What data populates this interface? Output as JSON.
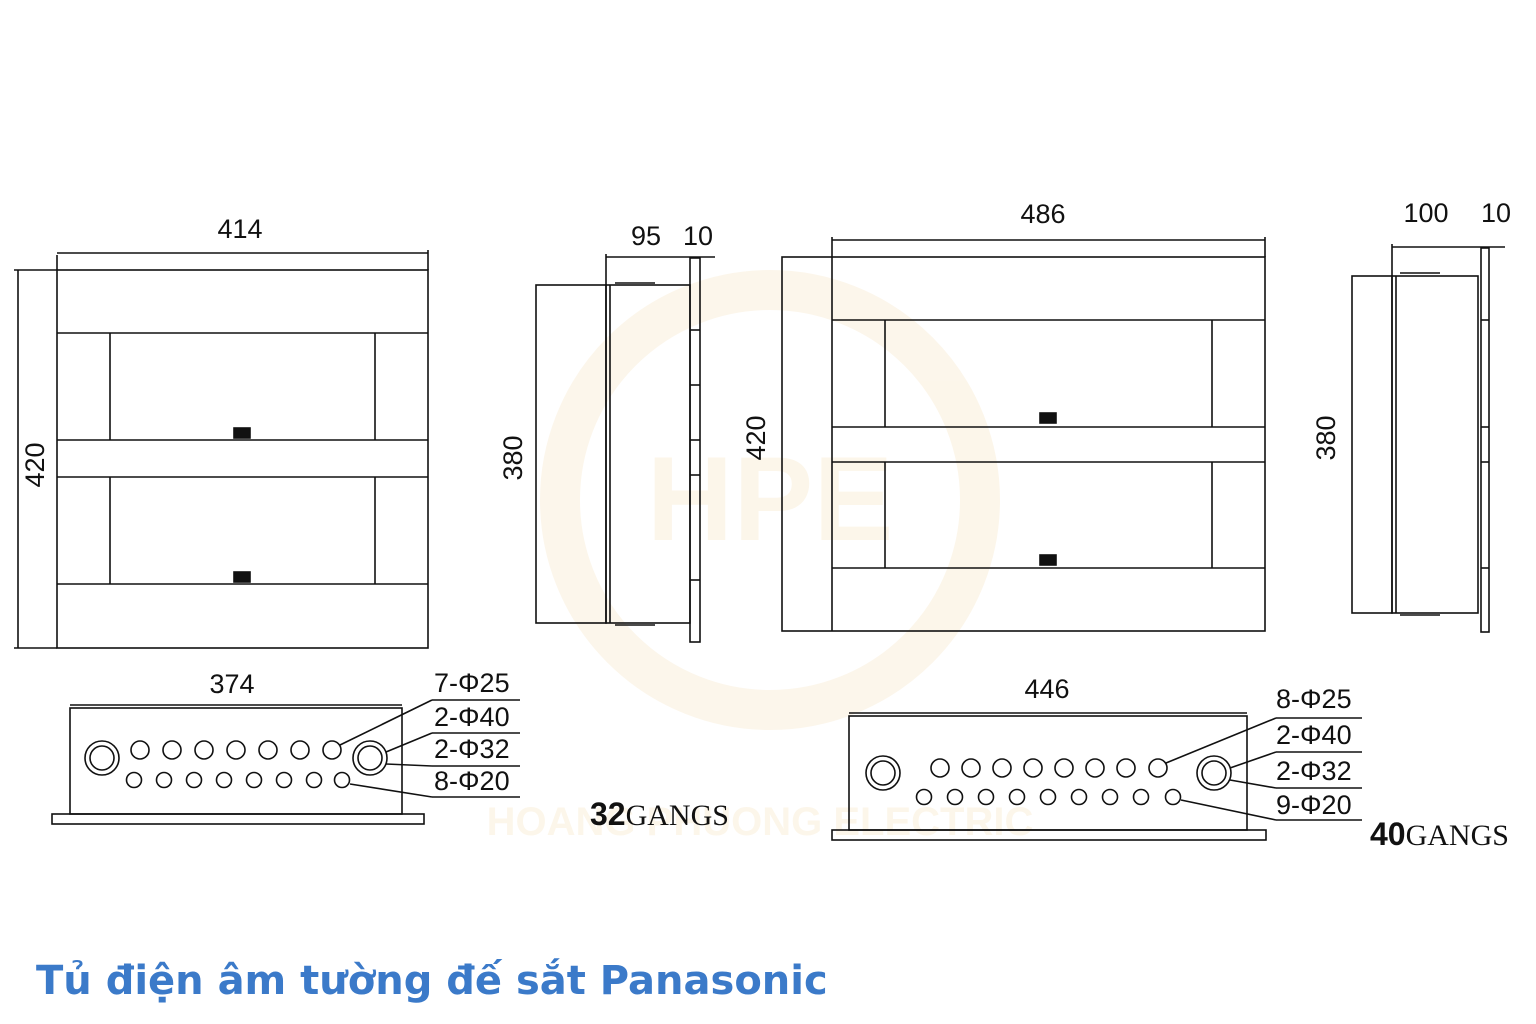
{
  "caption": "Tủ điện âm tường đế sắt Panasonic",
  "watermark": {
    "text": "HPE",
    "subtext": "HOANG PHUONG ELECTRIC",
    "color": "#e8b85a"
  },
  "colors": {
    "line": "#111111",
    "caption": "#3b7ac9"
  },
  "gangs32": {
    "width": "414",
    "height": "420",
    "side_height": "380",
    "depth": "95",
    "flange": "10",
    "bottom_width": "374",
    "holes": [
      "7-Φ25",
      "2-Φ40",
      "2-Φ32",
      "8-Φ20"
    ],
    "label_num": "32",
    "label_word": "GANGS"
  },
  "gangs40": {
    "width": "486",
    "height": "420",
    "side_height": "380",
    "depth": "100",
    "flange": "10",
    "bottom_width": "446",
    "holes": [
      "8-Φ25",
      "2-Φ40",
      "2-Φ32",
      "9-Φ20"
    ],
    "label_num": "40",
    "label_word": "GANGS"
  }
}
